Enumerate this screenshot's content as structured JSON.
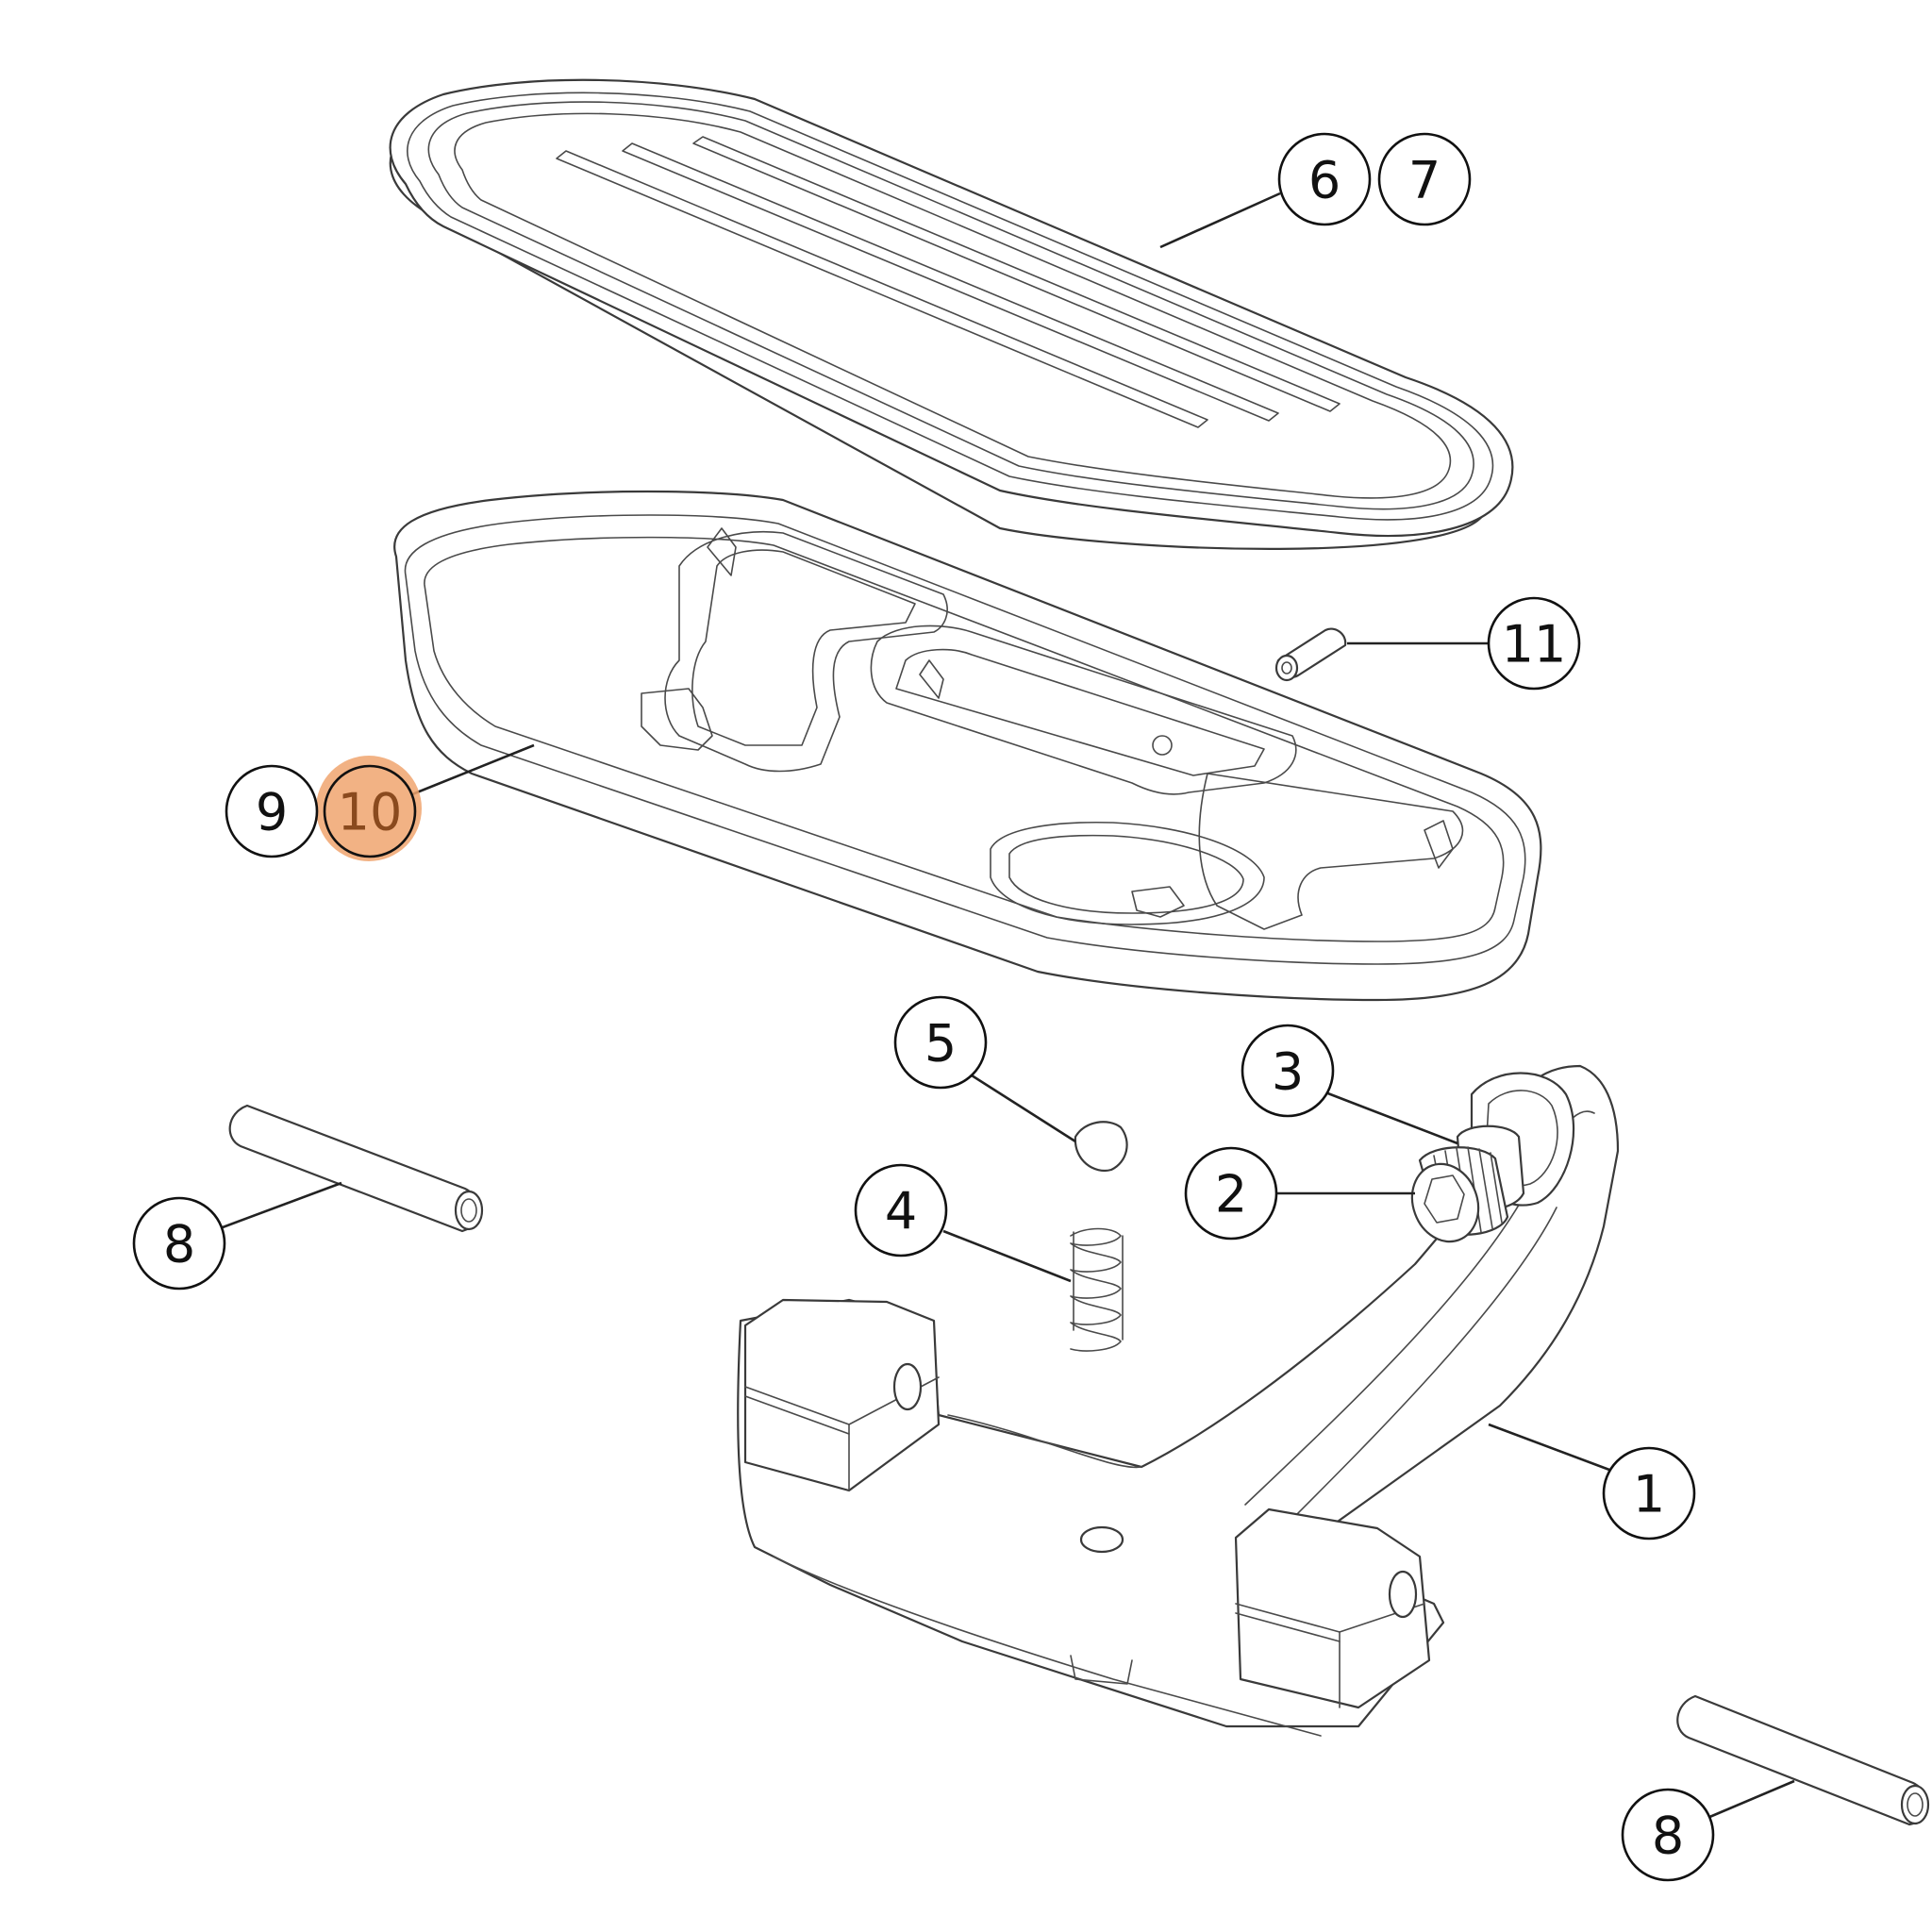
{
  "callouts": [
    {
      "id": "c1",
      "label": "1"
    },
    {
      "id": "c2",
      "label": "2"
    },
    {
      "id": "c3",
      "label": "3"
    },
    {
      "id": "c4",
      "label": "4"
    },
    {
      "id": "c5",
      "label": "5"
    },
    {
      "id": "c6",
      "label": "6"
    },
    {
      "id": "c7",
      "label": "7"
    },
    {
      "id": "c8a",
      "label": "8"
    },
    {
      "id": "c8b",
      "label": "8"
    },
    {
      "id": "c9",
      "label": "9"
    },
    {
      "id": "c10",
      "label": "10"
    },
    {
      "id": "c11",
      "label": "11"
    }
  ],
  "highlight": {
    "callout": "10",
    "color": "#f0a46e"
  },
  "colors": {
    "line": "#3a3a3a",
    "callout_stroke": "#111111",
    "background": "#ffffff"
  }
}
